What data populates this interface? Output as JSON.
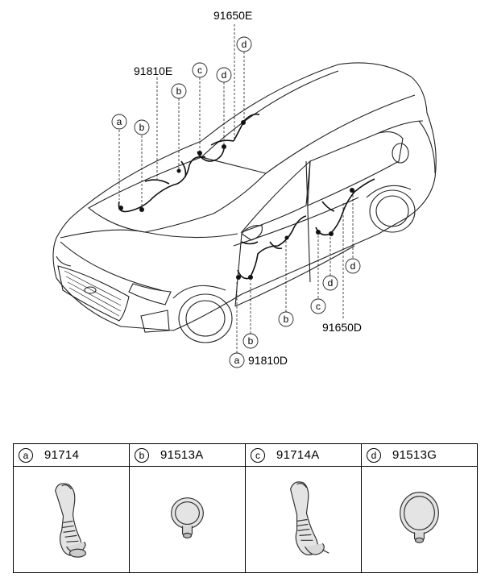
{
  "callouts": {
    "pn_91650E": "91650E",
    "pn_91810E": "91810E",
    "pn_91810D": "91810D",
    "pn_91650D": "91650D"
  },
  "letters": {
    "a": "a",
    "b": "b",
    "c": "c",
    "d": "d"
  },
  "parts_table": {
    "cells": [
      {
        "letter": "a",
        "part_number": "91714"
      },
      {
        "letter": "b",
        "part_number": "91513A"
      },
      {
        "letter": "c",
        "part_number": "91714A"
      },
      {
        "letter": "d",
        "part_number": "91513G"
      }
    ]
  }
}
